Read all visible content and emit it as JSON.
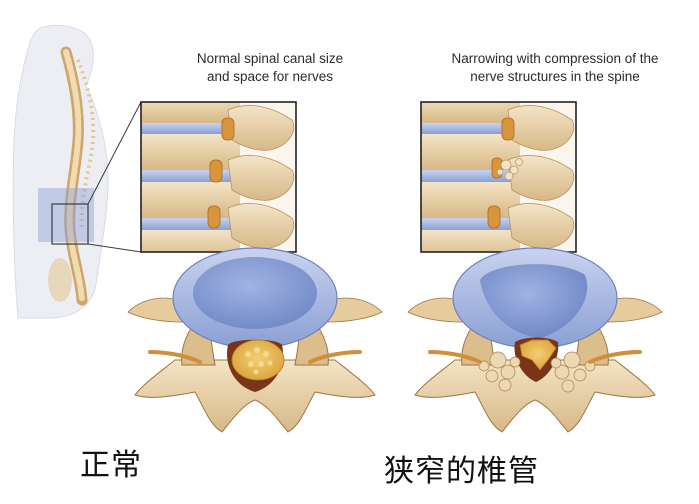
{
  "captions": {
    "normal_line1": "Normal spinal canal size",
    "normal_line2": "and space for nerves",
    "narrow_line1": "Narrowing with compression of the",
    "narrow_line2": "nerve structures in the spine"
  },
  "labels": {
    "normal": "正常",
    "stenosis": "狭窄的椎管"
  },
  "colors": {
    "bone": "#e9d3ad",
    "bone_dark": "#c9a877",
    "disc": "#8fa4d6",
    "disc_light": "#c7d2ef",
    "nerve": "#d99a3c",
    "spinal_cord": "#e7b955",
    "canal_dark": "#7a3418",
    "body_silhouette": "#eceef3"
  }
}
